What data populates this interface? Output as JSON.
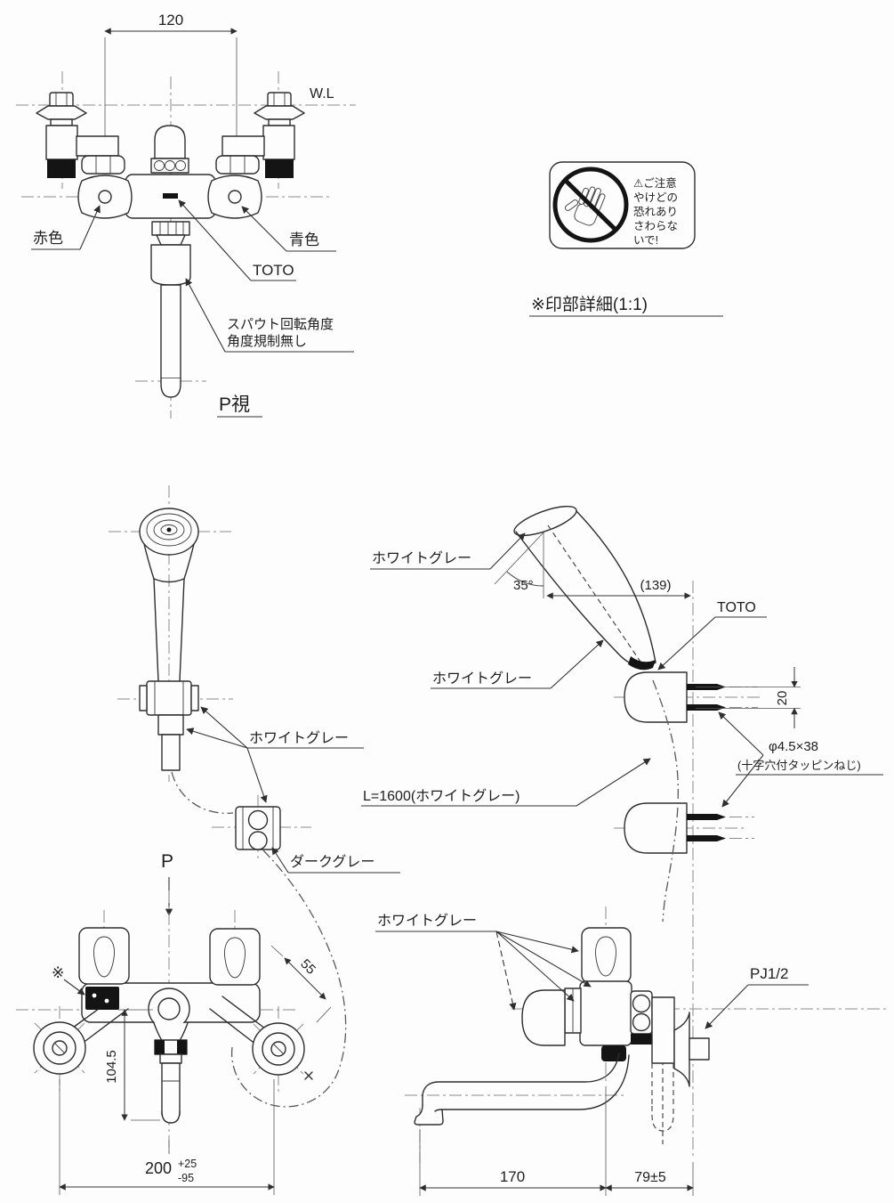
{
  "drawing": {
    "top_front_view": {
      "dim_width": "120",
      "water_line": "W.L",
      "hot_label": "赤色",
      "cold_label": "青色",
      "brand": "TOTO",
      "spout_note_1": "スパウト回転角度",
      "spout_note_2": "角度規制無し",
      "view_title": "P視"
    },
    "warning_detail": {
      "label_lines": [
        "⚠ご注意",
        "やけどの",
        "恐れあり",
        "さわらな",
        "いで!"
      ],
      "caption": "※印部詳細(1:1)"
    },
    "shower_front_view": {
      "color_label": "ホワイトグレー",
      "elbow_color_label": "ダークグレー"
    },
    "shower_side_view": {
      "head_color_label": "ホワイトグレー",
      "handle_color_label": "ホワイトグレー",
      "spray_angle": "35°",
      "head_offset": "(139)",
      "brand": "TOTO",
      "screw_pitch": "20",
      "screw_size": "φ4.5×38",
      "screw_type": "(十字穴付タッピンねじ)",
      "hose_length": "L=1600(ホワイトグレー)"
    },
    "bottom_front_view": {
      "view_mark": "P",
      "ref_mark": "※",
      "handle_dim": "55",
      "spout_drop_dim": "104.5",
      "center_dim": "200",
      "center_dim_tol_upper": "+25",
      "center_dim_tol_lower": "-95"
    },
    "bottom_side_view": {
      "color_label": "ホワイトグレー",
      "thread_spec": "PJ1/2",
      "spout_reach_dim": "170",
      "wall_offset_dim": "79±5"
    }
  }
}
